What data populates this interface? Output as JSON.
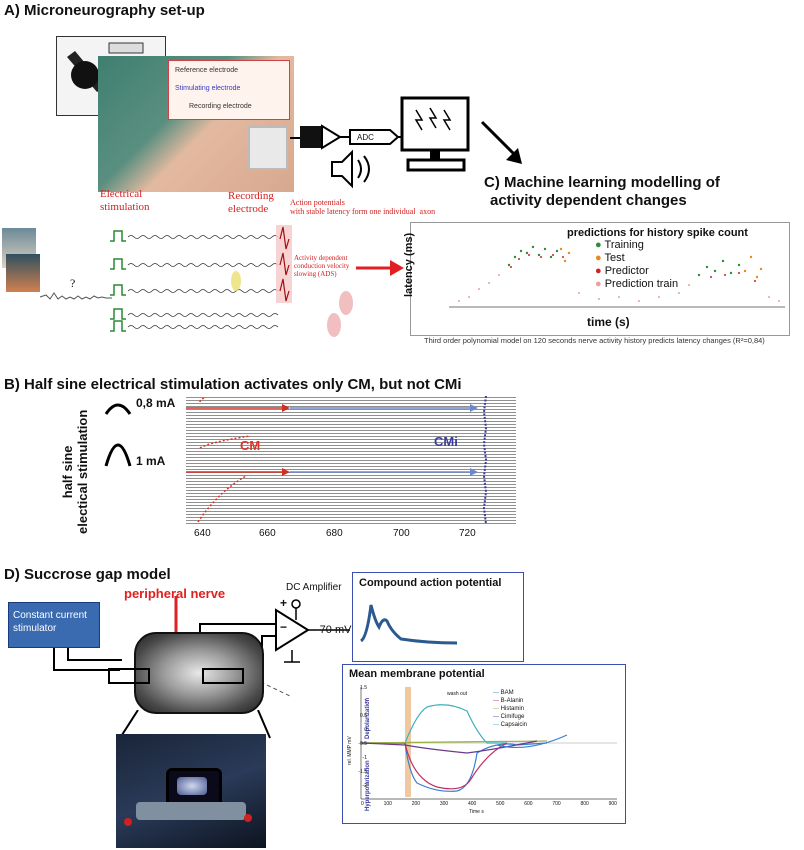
{
  "section_a": {
    "title": "A) Microneurography set-up",
    "reference_electrode": "Reference electrode",
    "stimulating_electrode": "Stimulating electrode",
    "recording_electrode_small": "Recording electrode",
    "adc": "ADC",
    "electrical_stimulation": "Electrical\nstimulation",
    "recording_electrode": "Recording\nelectrode",
    "action_potential_note": "Action potentials\nwith stable latency form one individual  axon",
    "ads_note": "Activity dependent\nconduction velocity\nslowing (ADS)",
    "question_mark": "?"
  },
  "section_c": {
    "title_line1": "C) Machine learning modelling of",
    "title_line2": "activity dependent changes",
    "chart_title": "predictions for history spike count",
    "ylabel": "latency (ms)",
    "xlabel": "time (s)",
    "legend": [
      "Training",
      "Test",
      "Predictor",
      "Prediction train"
    ],
    "legend_colors": [
      "#2e8b3a",
      "#e58a1f",
      "#d42020",
      "#e8a0a0"
    ],
    "caption": "Third order polynomial model on 120 seconds nerve activity history predicts latency changes (R²=0,84)"
  },
  "section_b": {
    "title": "B) Half sine electrical stimulation activates only CM, but not CMi",
    "stim_low": "0,8 mA",
    "stim_high": "1 mA",
    "side_label_line1": "half sine",
    "side_label_line2": "electical stimulation",
    "cm_label": "CM",
    "cmi_label": "CMi",
    "x_ticks": [
      "640",
      "660",
      "680",
      "700",
      "720"
    ],
    "cm_color": "#e03020",
    "cmi_color": "#3a3aa0"
  },
  "section_d": {
    "title": "D) Succrose gap model",
    "peripheral_nerve": "peripheral nerve",
    "stimulator": "Constant current\nstimulator",
    "dc_amplifier": "DC Amplifier",
    "plus": "+",
    "minus": "−",
    "resting": "-70 mV",
    "cap_title": "Compound action potential",
    "mmp_title": "Mean membrane potential",
    "mmp_legend": [
      "BAM",
      "B-Alanin",
      "Histamin",
      "Cimifuge",
      "Capsaicin"
    ],
    "mmp_legend_colors": [
      "#3a7fd0",
      "#c03060",
      "#9ab040",
      "#6a3a8a",
      "#3ab0c0"
    ],
    "mmp_depol": "Depolarization",
    "mmp_hyperpol": "Hyperpolarization",
    "mmp_wash": "wash out",
    "mmp_ylabel": "rel. MMP mV",
    "mmp_xlabel": "Time s",
    "mmp_xticks": [
      "0",
      "100",
      "200",
      "300",
      "400",
      "500",
      "600",
      "700",
      "800",
      "900"
    ],
    "mmp_yticks": [
      "1.5",
      "1",
      "0.5",
      "0",
      "-0.5",
      "-1",
      "-1.5",
      "-2"
    ],
    "stimulator_color": "#3a6ab0"
  }
}
